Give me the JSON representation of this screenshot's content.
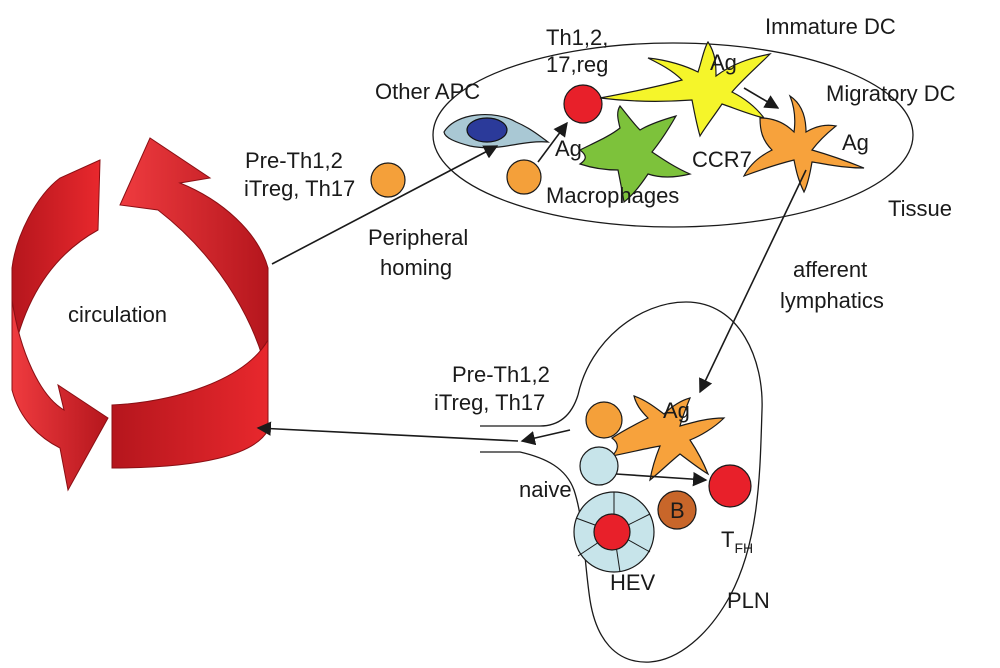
{
  "labels": {
    "immature_dc": "Immature DC",
    "th_line1": "Th1,2,",
    "th_line2": "17,reg",
    "ag_immature": "Ag",
    "other_apc": "Other APC",
    "migratory_dc": "Migratory DC",
    "ag_macrophage": "Ag",
    "ccr7": "CCR7",
    "ag_migratory": "Ag",
    "pre_th_top_line1": "Pre-Th1,2",
    "pre_th_top_line2": "iTreg, Th17",
    "macrophages": "Macrophages",
    "tissue": "Tissue",
    "peripheral_line1": "Peripheral",
    "peripheral_line2": "homing",
    "circulation": "circulation",
    "afferent_line1": "afferent",
    "afferent_line2": "lymphatics",
    "pre_th_bottom_line1": "Pre-Th1,2",
    "pre_th_bottom_line2": "iTreg, Th17",
    "ag_lymph": "Ag",
    "naive": "naive",
    "b_cell": "B",
    "tfh_main": "T",
    "tfh_sub": "FH",
    "hev": "HEV",
    "pln": "PLN"
  },
  "colors": {
    "orange_cell": "#f4a03a",
    "red_cell": "#e8202a",
    "yellow_dc": "#f5f52a",
    "green_macrophage": "#7dc23b",
    "orange_dc": "#f7a23c",
    "light_blue_cell": "#c7e4ea",
    "b_cell": "#c8662a",
    "apc_body": "#a9c8d4",
    "apc_nucleus": "#2b3a9a",
    "circulation_red": "#e3262b",
    "circulation_dark": "#a8141c"
  }
}
